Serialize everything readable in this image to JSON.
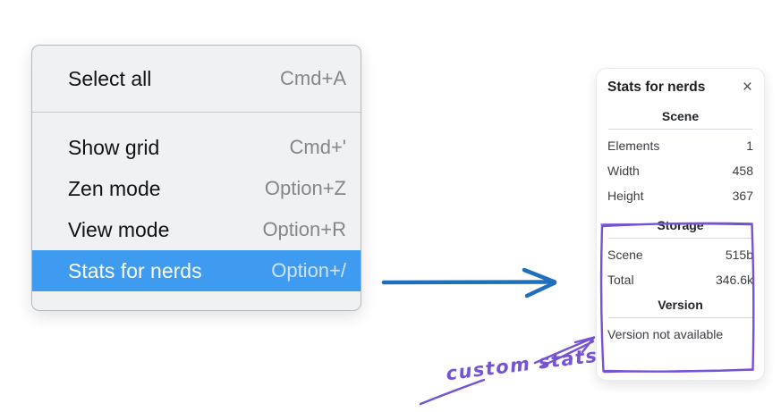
{
  "context_menu": {
    "items": [
      {
        "label": "Select all",
        "shortcut": "Cmd+A",
        "highlighted": false
      },
      {
        "label": "Show grid",
        "shortcut": "Cmd+'",
        "highlighted": false
      },
      {
        "label": "Zen mode",
        "shortcut": "Option+Z",
        "highlighted": false
      },
      {
        "label": "View mode",
        "shortcut": "Option+R",
        "highlighted": false
      },
      {
        "label": "Stats for nerds",
        "shortcut": "Option+/",
        "highlighted": true
      }
    ],
    "highlight_color": "#3f9bf0"
  },
  "stats_panel": {
    "title": "Stats for nerds",
    "close_icon": "×",
    "sections": [
      {
        "header": "Scene",
        "rows": [
          [
            "Elements",
            "1"
          ],
          [
            "Width",
            "458"
          ],
          [
            "Height",
            "367"
          ]
        ]
      },
      {
        "header": "Storage",
        "rows": [
          [
            "Scene",
            "515b"
          ],
          [
            "Total",
            "346.6k"
          ]
        ]
      },
      {
        "header": "Version",
        "rows": [],
        "note": "Version not available"
      }
    ]
  },
  "annotations": {
    "custom_stats_label": "custom stats",
    "purple": "#7553d3",
    "arrow_blue": "#1e6fc0"
  }
}
